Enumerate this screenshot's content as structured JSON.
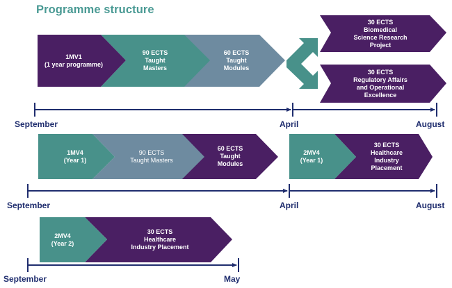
{
  "title": "Programme structure",
  "colors": {
    "purple": "#4a1f63",
    "teal": "#48918a",
    "slate": "#6e8ba0",
    "timeline": "#1f2d6e",
    "title": "#4a9a94"
  },
  "row1": {
    "segments": [
      {
        "label": "1MV1\n(1 year programme)",
        "color": "purple"
      },
      {
        "label": "90 ECTS\nTaught\nMasters",
        "color": "teal"
      },
      {
        "label": "60 ECTS\nTaught\nModules",
        "color": "slate"
      }
    ],
    "split_arrow_icon": "split-arrow-icon",
    "options": [
      {
        "label": "30 ECTS\nBiomedical\nScience Research\nProject",
        "color": "purple"
      },
      {
        "label": "30 ECTS\nRegulatory Affairs\nand Operational\nExcellence",
        "color": "purple"
      }
    ],
    "timeline": {
      "start": "September",
      "mid": "April",
      "end": "August"
    }
  },
  "row2": {
    "segments": [
      {
        "label": "1MV4\n(Year 1)",
        "color": "teal"
      },
      {
        "label": "90 ECTS\nTaught Masters",
        "color": "slate"
      },
      {
        "label": "60 ECTS\nTaught\nModules",
        "color": "purple"
      }
    ],
    "placement": [
      {
        "label": "2MV4\n(Year 1)",
        "color": "teal"
      },
      {
        "label": "30 ECTS\nHealthcare\nIndustry\nPlacement",
        "color": "purple"
      }
    ],
    "timeline": {
      "start": "September",
      "mid": "April",
      "end": "August"
    }
  },
  "row3": {
    "segments": [
      {
        "label": "2MV4\n(Year 2)",
        "color": "teal"
      },
      {
        "label": "30 ECTS\nHealthcare\nIndustry Placement",
        "color": "purple"
      }
    ],
    "timeline": {
      "start": "September",
      "end": "May"
    }
  }
}
